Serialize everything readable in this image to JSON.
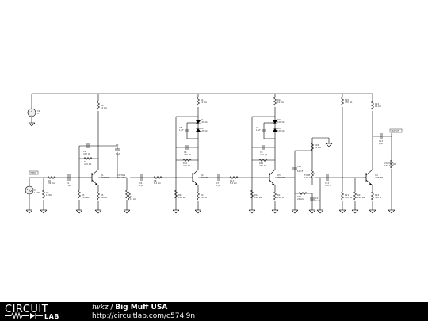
{
  "footer": {
    "logo_text": "CIRCUIT",
    "logo_sub": "LAB",
    "user": "fwkz",
    "separator": " / ",
    "title": "Big Muff USA",
    "url": "http://circuitlab.com/c574j9n"
  },
  "colors": {
    "wire": "#000000",
    "background": "#ffffff",
    "footer": "#000000",
    "supply_box": "#eeeeee"
  },
  "schematic": {
    "supply": {
      "ref": "V2",
      "value": "9 V"
    },
    "input_source": {
      "ref": "V1",
      "value": "1 kHz",
      "tag": "INPUT"
    },
    "output_tag": "OUTPUT",
    "input_stage": {
      "r1": {
        "ref": "R1",
        "value": "39 kΩ"
      },
      "r2": {
        "ref": "R2",
        "value": "1 MΩ"
      },
      "c1": {
        "ref": "C1",
        "value": "1 µF"
      },
      "r3": {
        "ref": "R3",
        "value": "100 kΩ"
      },
      "c2": {
        "ref": "C2",
        "value": "470 pF"
      },
      "r4": {
        "ref": "R4",
        "value": "470 kΩ"
      },
      "c3": {
        "ref": "C3",
        "value": "1 µF"
      },
      "r5": {
        "ref": "R5",
        "value": "390 Ω"
      },
      "r6": {
        "ref": "R6",
        "value": "10 kΩ"
      },
      "q1": {
        "ref": "Q1",
        "value": "2N5088"
      },
      "sustain": {
        "ref": "SUSTAIN",
        "value": "100 kΩ A"
      },
      "r7": {
        "ref": "R7",
        "value": "15 kΩ"
      }
    },
    "clip_stage_1": {
      "c4": {
        "ref": "C4",
        "value": "1 µF"
      },
      "r8": {
        "ref": "R8",
        "value": "8.2 kΩ"
      },
      "r9": {
        "ref": "R9",
        "value": "100 kΩ"
      },
      "d1": {
        "ref": "D1",
        "value": "1N914"
      },
      "d2": {
        "ref": "D2",
        "value": "1N914"
      },
      "c5": {
        "ref": "C5",
        "value": "1 µF"
      },
      "c6": {
        "ref": "C6",
        "value": "470 pF"
      },
      "r10": {
        "ref": "R10",
        "value": "470 kΩ"
      },
      "r11": {
        "ref": "R11",
        "value": "10 kΩ"
      },
      "r12": {
        "ref": "R12",
        "value": "100 Ω"
      },
      "q2": {
        "ref": "Q2",
        "value": "2N5088"
      },
      "c7": {
        "ref": "C7",
        "value": "1 µF"
      },
      "r13": {
        "ref": "R13",
        "value": "8.2 kΩ"
      }
    },
    "clip_stage_2": {
      "r14": {
        "ref": "R14",
        "value": "100 kΩ"
      },
      "d3": {
        "ref": "D3",
        "value": "1N914"
      },
      "d4": {
        "ref": "D4",
        "value": "1N914"
      },
      "c8": {
        "ref": "C8",
        "value": "1 µF"
      },
      "c9": {
        "ref": "C9",
        "value": "470 pF"
      },
      "r15": {
        "ref": "R15",
        "value": "470 kΩ"
      },
      "r16": {
        "ref": "R16",
        "value": "10 kΩ"
      },
      "r17": {
        "ref": "R17",
        "value": "100 Ω"
      },
      "q3": {
        "ref": "Q3",
        "value": "2N5088"
      }
    },
    "tone_stage": {
      "r18": {
        "ref": "R18",
        "value": "22 kΩ"
      },
      "c10": {
        "ref": "C10",
        "value": "10 nF"
      },
      "tone": {
        "ref": "TONE",
        "value": "100 kΩ A"
      },
      "r19": {
        "ref": "R19",
        "value": "22 kΩ"
      },
      "c11": {
        "ref": "C11",
        "value": "4 nF"
      },
      "c12": {
        "ref": "C12",
        "value": "100 nF"
      },
      "r20": {
        "ref": "R20",
        "value": "470 kΩ"
      }
    },
    "output_stage": {
      "r21": {
        "ref": "R21",
        "value": "470 kΩ"
      },
      "r22": {
        "ref": "R22",
        "value": "10 kΩ"
      },
      "r23": {
        "ref": "R23",
        "value": "100 kΩ"
      },
      "q4": {
        "ref": "Q4",
        "value": "2N5088"
      },
      "r24": {
        "ref": "R24",
        "value": "390 Ω"
      },
      "c13": {
        "ref": "C13",
        "value": "1 µF"
      },
      "volume": {
        "ref": "VOLUME",
        "value": "100 kΩ A"
      }
    }
  }
}
